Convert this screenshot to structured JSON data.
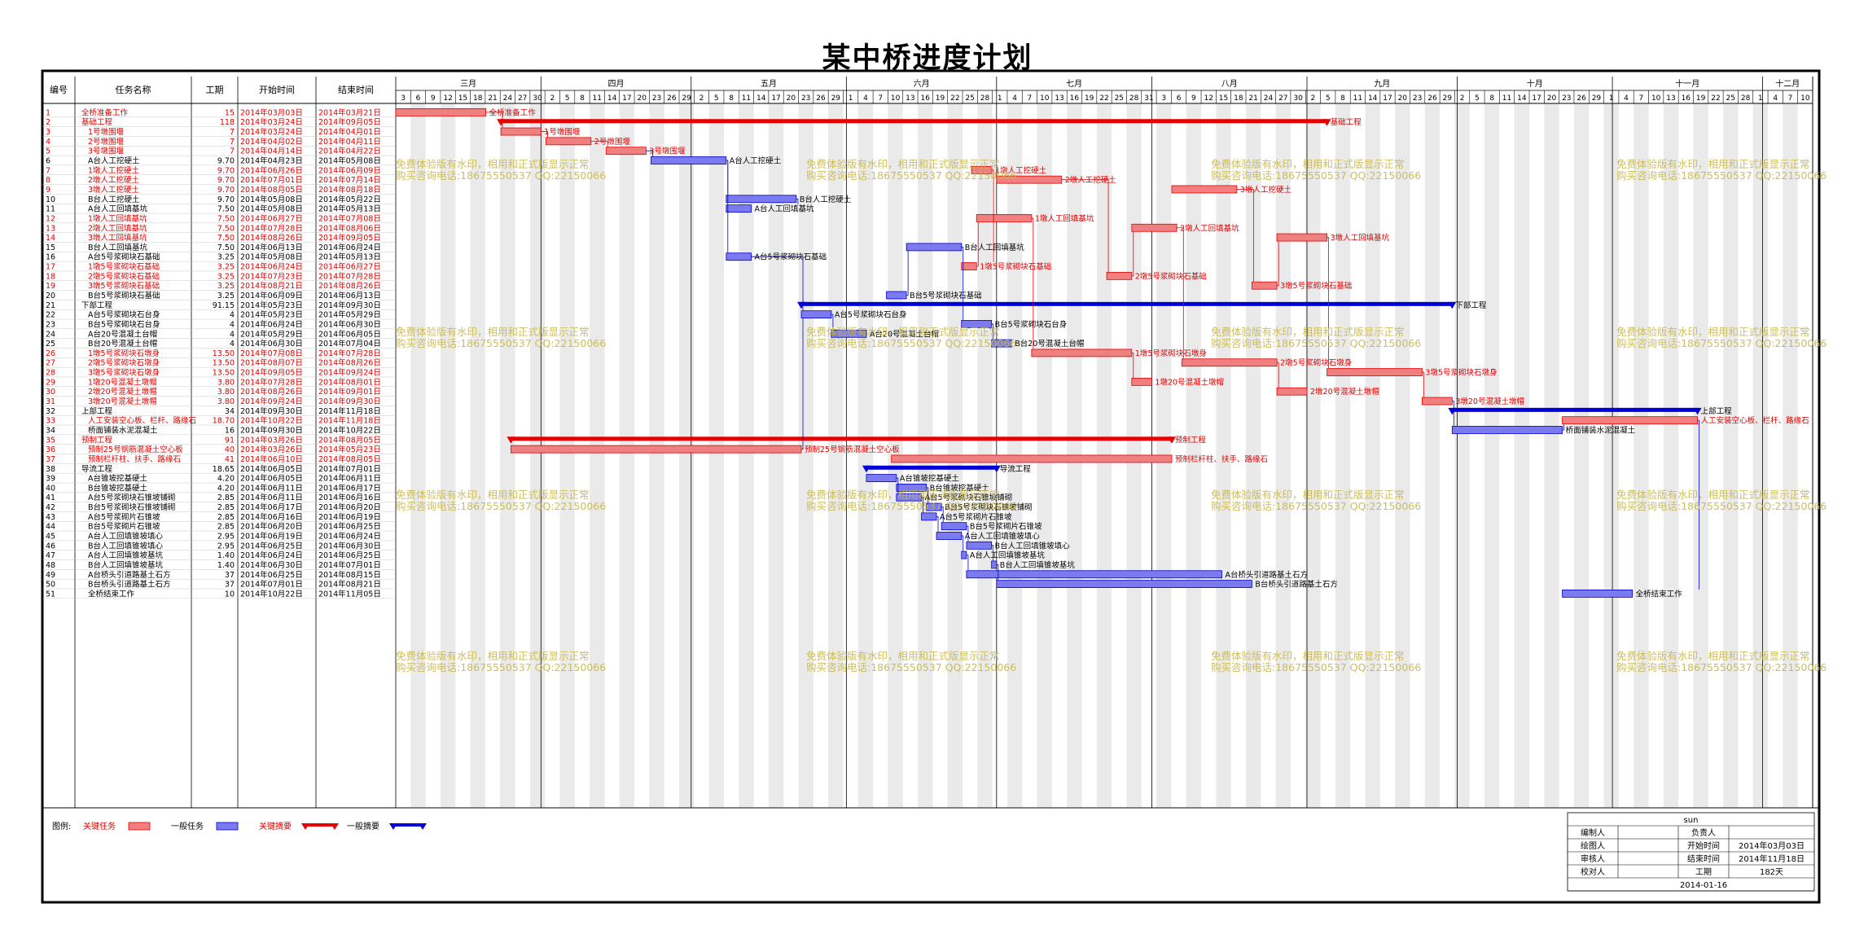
{
  "title": "某中桥进度计划",
  "table_headers": {
    "id": "编号",
    "name": "任务名称",
    "duration": "工期",
    "start": "开始时间",
    "end": "结束时间"
  },
  "timeline": {
    "months": [
      "三月",
      "四月",
      "五月",
      "六月",
      "七月",
      "八月",
      "九月",
      "十月",
      "十一月",
      "十二月"
    ],
    "start_date": "2014-03-03",
    "end_date": "2014-12-11",
    "tick_days": [
      "3",
      "6",
      "9",
      "12",
      "15",
      "18",
      "21",
      "24",
      "27",
      "30",
      "2",
      "5",
      "8",
      "11",
      "14",
      "17",
      "20",
      "23",
      "26",
      "29",
      "2",
      "5",
      "8",
      "11",
      "14",
      "17",
      "20",
      "23",
      "26",
      "29",
      "1",
      "4",
      "7",
      "10",
      "13",
      "16",
      "19",
      "22",
      "25",
      "28",
      "1",
      "4",
      "7",
      "10",
      "13",
      "16",
      "19",
      "22",
      "25",
      "28",
      "31",
      "3",
      "6",
      "9",
      "12",
      "15",
      "18",
      "21",
      "24",
      "27",
      "30",
      "2",
      "5",
      "8",
      "11",
      "14",
      "17",
      "20",
      "23",
      "26",
      "29",
      "2",
      "5",
      "8",
      "11",
      "14",
      "17",
      "20",
      "23",
      "26",
      "29",
      "1",
      "4",
      "7",
      "10",
      "13",
      "16",
      "19",
      "22",
      "25",
      "28",
      "1",
      "4",
      "7",
      "10"
    ]
  },
  "colors": {
    "critical_task": "#f08080",
    "critical_border": "#e00000",
    "normal_task": "#7b7bef",
    "normal_border": "#0000c8",
    "critical_summary": "#e60000",
    "normal_summary": "#0000d8",
    "watermark": "#c9b84a",
    "weekend_band": "#d8d8d8"
  },
  "watermark": {
    "line1": "免费体验版有水印，相用和正式版显示正常",
    "line2": "购买咨询电话:18675550537 QQ:22150066"
  },
  "legend": {
    "label": "图例:",
    "items": [
      {
        "label": "关键任务",
        "kind": "critical_task"
      },
      {
        "label": "一般任务",
        "kind": "normal_task"
      },
      {
        "label": "关键摘要",
        "kind": "critical_summary"
      },
      {
        "label": "一般摘要",
        "kind": "normal_summary"
      }
    ]
  },
  "info_box": {
    "header": "sun",
    "rows": [
      [
        "编制人",
        "",
        "负责人",
        ""
      ],
      [
        "绘图人",
        "",
        "开始时间",
        "2014年03月03日"
      ],
      [
        "审核人",
        "",
        "结束时间",
        "2014年11月18日"
      ],
      [
        "校对人",
        "",
        "工期",
        "182天"
      ],
      [
        "",
        "",
        "2014-01-16",
        ""
      ]
    ]
  },
  "chart_data": {
    "type": "gantt",
    "title": "某中桥进度计划",
    "tasks": [
      {
        "id": 1,
        "name": "全桥准备工作",
        "duration": "15",
        "start": "2014-03-03",
        "end": "2014-03-21",
        "critical": true,
        "summary": false,
        "label": "全桥准备工作"
      },
      {
        "id": 2,
        "name": "基础工程",
        "duration": "118",
        "start": "2014-03-24",
        "end": "2014-09-05",
        "critical": true,
        "summary": true,
        "label": "基础工程"
      },
      {
        "id": 3,
        "name": "1号墩围堰",
        "duration": "7",
        "start": "2014-03-24",
        "end": "2014-04-01",
        "critical": true,
        "summary": false,
        "label": "1号墩围堰"
      },
      {
        "id": 4,
        "name": "2号墩围堰",
        "duration": "7",
        "start": "2014-04-02",
        "end": "2014-04-11",
        "critical": true,
        "summary": false,
        "label": "2号墩围堰"
      },
      {
        "id": 5,
        "name": "3号墩围堰",
        "duration": "7",
        "start": "2014-04-14",
        "end": "2014-04-22",
        "critical": true,
        "summary": false,
        "label": "3号墩围堰"
      },
      {
        "id": 6,
        "name": "A台人工挖硬土",
        "duration": "9.70",
        "start": "2014-04-23",
        "end": "2014-05-08",
        "critical": false,
        "summary": false,
        "label": "A台人工挖硬土"
      },
      {
        "id": 7,
        "name": "1墩人工挖硬土",
        "duration": "9.70",
        "start": "2014-06-26",
        "end": "2014-06-09",
        "critical": true,
        "summary": false,
        "label": "1墩人工挖硬土"
      },
      {
        "id": 8,
        "name": "2墩人工挖硬土",
        "duration": "9.70",
        "start": "2014-07-01",
        "end": "2014-07-14",
        "critical": true,
        "summary": false,
        "label": "2墩人工挖硬土"
      },
      {
        "id": 9,
        "name": "3墩人工挖硬土",
        "duration": "9.70",
        "start": "2014-08-05",
        "end": "2014-08-18",
        "critical": true,
        "summary": false,
        "label": "3墩人工挖硬土"
      },
      {
        "id": 10,
        "name": "B台人工挖硬土",
        "duration": "9.70",
        "start": "2014-05-08",
        "end": "2014-05-22",
        "critical": false,
        "summary": false,
        "label": "B台人工挖硬土"
      },
      {
        "id": 11,
        "name": "A台人工回填基坑",
        "duration": "7.50",
        "start": "2014-05-08",
        "end": "2014-05-13",
        "critical": false,
        "summary": false,
        "label": "A台人工回填基坑"
      },
      {
        "id": 12,
        "name": "1墩人工回填基坑",
        "duration": "7.50",
        "start": "2014-06-27",
        "end": "2014-07-08",
        "critical": true,
        "summary": false,
        "label": "1墩人工回填基坑"
      },
      {
        "id": 13,
        "name": "2墩人工回填基坑",
        "duration": "7.50",
        "start": "2014-07-28",
        "end": "2014-08-06",
        "critical": true,
        "summary": false,
        "label": "2墩人工回填基坑"
      },
      {
        "id": 14,
        "name": "3墩人工回填基坑",
        "duration": "7.50",
        "start": "2014-08-26",
        "end": "2014-09-05",
        "critical": true,
        "summary": false,
        "label": "3墩人工回填基坑"
      },
      {
        "id": 15,
        "name": "B台人工回填基坑",
        "duration": "7.50",
        "start": "2014-06-13",
        "end": "2014-06-24",
        "critical": false,
        "summary": false,
        "label": "B台人工回填基坑"
      },
      {
        "id": 16,
        "name": "A台5号浆砌块石基础",
        "duration": "3.25",
        "start": "2014-05-08",
        "end": "2014-05-13",
        "critical": false,
        "summary": false,
        "label": "A台5号浆砌块石基础"
      },
      {
        "id": 17,
        "name": "1墩5号浆砌块石基础",
        "duration": "3.25",
        "start": "2014-06-24",
        "end": "2014-06-27",
        "critical": true,
        "summary": false,
        "label": "1墩5号浆砌块石基础"
      },
      {
        "id": 18,
        "name": "2墩5号浆砌块石基础",
        "duration": "3.25",
        "start": "2014-07-23",
        "end": "2014-07-28",
        "critical": true,
        "summary": false,
        "label": "2墩5号浆砌块石基础"
      },
      {
        "id": 19,
        "name": "3墩5号浆砌块石基础",
        "duration": "3.25",
        "start": "2014-08-21",
        "end": "2014-08-26",
        "critical": true,
        "summary": false,
        "label": "3墩5号浆砌块石基础"
      },
      {
        "id": 20,
        "name": "B台5号浆砌块石基础",
        "duration": "3.25",
        "start": "2014-06-09",
        "end": "2014-06-13",
        "critical": false,
        "summary": false,
        "label": "B台5号浆砌块石基础"
      },
      {
        "id": 21,
        "name": "下部工程",
        "duration": "91.15",
        "start": "2014-05-23",
        "end": "2014-09-30",
        "critical": false,
        "summary": true,
        "label": "下部工程"
      },
      {
        "id": 22,
        "name": "A台5号浆砌块石台身",
        "duration": "4",
        "start": "2014-05-23",
        "end": "2014-05-29",
        "critical": false,
        "summary": false,
        "label": "A台5号浆砌块石台身"
      },
      {
        "id": 23,
        "name": "B台5号浆砌块石台身",
        "duration": "4",
        "start": "2014-06-24",
        "end": "2014-06-30",
        "critical": false,
        "summary": false,
        "label": "B台5号浆砌块石台身"
      },
      {
        "id": 24,
        "name": "A台20号混凝土台帽",
        "duration": "4",
        "start": "2014-05-29",
        "end": "2014-06-05",
        "critical": false,
        "summary": false,
        "label": "A台20号混凝土台帽"
      },
      {
        "id": 25,
        "name": "B台20号混凝土台帽",
        "duration": "4",
        "start": "2014-06-30",
        "end": "2014-07-04",
        "critical": false,
        "summary": false,
        "label": "B台20号混凝土台帽"
      },
      {
        "id": 26,
        "name": "1墩5号浆砌块石墩身",
        "duration": "13.50",
        "start": "2014-07-08",
        "end": "2014-07-28",
        "critical": true,
        "summary": false,
        "label": "1墩5号浆砌块石墩身"
      },
      {
        "id": 27,
        "name": "2墩5号浆砌块石墩身",
        "duration": "13.50",
        "start": "2014-08-07",
        "end": "2014-08-26",
        "critical": true,
        "summary": false,
        "label": "2墩5号浆砌块石墩身"
      },
      {
        "id": 28,
        "name": "3墩5号浆砌块石墩身",
        "duration": "13.50",
        "start": "2014-09-05",
        "end": "2014-09-24",
        "critical": true,
        "summary": false,
        "label": "3墩5号浆砌块石墩身"
      },
      {
        "id": 29,
        "name": "1墩20号混凝土墩帽",
        "duration": "3.80",
        "start": "2014-07-28",
        "end": "2014-08-01",
        "critical": true,
        "summary": false,
        "label": "1墩20号混凝土墩帽"
      },
      {
        "id": 30,
        "name": "2墩20号混凝土墩帽",
        "duration": "3.80",
        "start": "2014-08-26",
        "end": "2014-09-01",
        "critical": true,
        "summary": false,
        "label": "2墩20号混凝土墩帽"
      },
      {
        "id": 31,
        "name": "3墩20号混凝土墩帽",
        "duration": "3.80",
        "start": "2014-09-24",
        "end": "2014-09-30",
        "critical": true,
        "summary": false,
        "label": "3墩20号混凝土墩帽"
      },
      {
        "id": 32,
        "name": "上部工程",
        "duration": "34",
        "start": "2014-09-30",
        "end": "2014-11-18",
        "critical": false,
        "summary": true,
        "label": "上部工程"
      },
      {
        "id": 33,
        "name": "人工安装空心板、栏杆、路缘石",
        "duration": "18.70",
        "start": "2014-10-22",
        "end": "2014-11-18",
        "critical": true,
        "summary": false,
        "label": "人工安装空心板、栏杆、路缘石"
      },
      {
        "id": 34,
        "name": "桥面铺装水泥混凝土",
        "duration": "16",
        "start": "2014-09-30",
        "end": "2014-10-22",
        "critical": false,
        "summary": false,
        "label": "桥面铺装水泥混凝土"
      },
      {
        "id": 35,
        "name": "预制工程",
        "duration": "91",
        "start": "2014-03-26",
        "end": "2014-08-05",
        "critical": true,
        "summary": true,
        "label": "预制工程"
      },
      {
        "id": 36,
        "name": "预制25号钢筋混凝土空心板",
        "duration": "40",
        "start": "2014-03-26",
        "end": "2014-05-23",
        "critical": true,
        "summary": false,
        "label": "预制25号钢筋混凝土空心板"
      },
      {
        "id": 37,
        "name": "预制栏杆柱、扶手、路缘石",
        "duration": "41",
        "start": "2014-06-10",
        "end": "2014-08-05",
        "critical": true,
        "summary": false,
        "label": "预制栏杆柱、扶手、路缘石"
      },
      {
        "id": 38,
        "name": "导流工程",
        "duration": "18.65",
        "start": "2014-06-05",
        "end": "2014-07-01",
        "critical": false,
        "summary": true,
        "label": "导流工程"
      },
      {
        "id": 39,
        "name": "A台锥坡挖基硬土",
        "duration": "4.20",
        "start": "2014-06-05",
        "end": "2014-06-11",
        "critical": false,
        "summary": false,
        "label": "A台锥坡挖基硬土"
      },
      {
        "id": 40,
        "name": "B台锥坡挖基硬土",
        "duration": "4.20",
        "start": "2014-06-11",
        "end": "2014-06-17",
        "critical": false,
        "summary": false,
        "label": "B台锥坡挖基硬土"
      },
      {
        "id": 41,
        "name": "A台5号浆砌块石锥坡铺砌",
        "duration": "2.85",
        "start": "2014-06-11",
        "end": "2014-06-16",
        "critical": false,
        "summary": false,
        "label": "A台5号浆砌块石锥坡铺砌"
      },
      {
        "id": 42,
        "name": "B台5号浆砌块石锥坡铺砌",
        "duration": "2.85",
        "start": "2014-06-17",
        "end": "2014-06-20",
        "critical": false,
        "summary": false,
        "label": "B台5号浆砌块石锥坡铺砌"
      },
      {
        "id": 43,
        "name": "A台5号浆砌片石锥坡",
        "duration": "2.85",
        "start": "2014-06-16",
        "end": "2014-06-19",
        "critical": false,
        "summary": false,
        "label": "A台5号浆砌片石锥坡"
      },
      {
        "id": 44,
        "name": "B台5号浆砌片石锥坡",
        "duration": "2.85",
        "start": "2014-06-20",
        "end": "2014-06-25",
        "critical": false,
        "summary": false,
        "label": "B台5号浆砌片石锥坡"
      },
      {
        "id": 45,
        "name": "A台人工回填锥坡填心",
        "duration": "2.95",
        "start": "2014-06-19",
        "end": "2014-06-24",
        "critical": false,
        "summary": false,
        "label": "A台人工回填锥坡填心"
      },
      {
        "id": 46,
        "name": "B台人工回填锥坡填心",
        "duration": "2.95",
        "start": "2014-06-25",
        "end": "2014-06-30",
        "critical": false,
        "summary": false,
        "label": "B台人工回填锥坡填心"
      },
      {
        "id": 47,
        "name": "A台人工回填锥坡基坑",
        "duration": "1.40",
        "start": "2014-06-24",
        "end": "2014-06-25",
        "critical": false,
        "summary": false,
        "label": "A台人工回填锥坡基坑"
      },
      {
        "id": 48,
        "name": "B台人工回填锥坡基坑",
        "duration": "1.40",
        "start": "2014-06-30",
        "end": "2014-07-01",
        "critical": false,
        "summary": false,
        "label": "B台人工回填锥坡基坑"
      },
      {
        "id": 49,
        "name": "A台桥头引道路基土石方",
        "duration": "37",
        "start": "2014-06-25",
        "end": "2014-08-15",
        "critical": false,
        "summary": false,
        "label": "A台桥头引道路基土石方"
      },
      {
        "id": 50,
        "name": "B台桥头引道路基土石方",
        "duration": "37",
        "start": "2014-07-01",
        "end": "2014-08-21",
        "critical": false,
        "summary": false,
        "label": "B台桥头引道路基土石方"
      },
      {
        "id": 51,
        "name": "全桥结束工作",
        "duration": "10",
        "start": "2014-10-22",
        "end": "2014-11-05",
        "critical": false,
        "summary": false,
        "label": "全桥结束工作"
      }
    ]
  }
}
